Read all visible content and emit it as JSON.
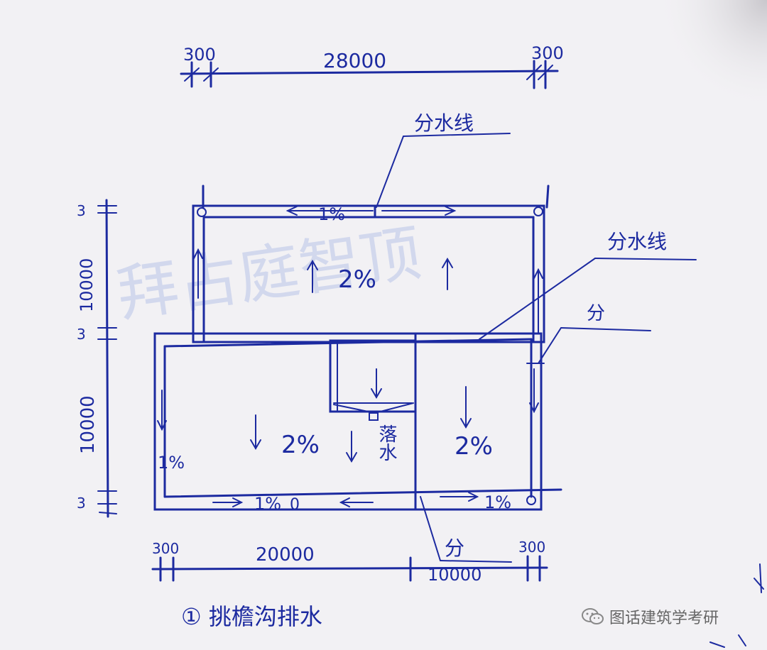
{
  "dims": {
    "top_left": "300",
    "top_mid": "28000",
    "top_right": "300",
    "left_300_top": "3",
    "left_10000_top": "10000",
    "left_300_mid": "3",
    "left_10000_bottom": "10000",
    "left_300_bottom": "3",
    "bottom_left": "300",
    "bottom_mid": "20000",
    "bottom_right_300": "300",
    "bottom_right_10000": "10000"
  },
  "labels": {
    "divide_line_top": "分水线",
    "divide_line_mid": "分水线",
    "fen_right": "分",
    "fen_bottom": "分",
    "slope_top_gutter": "1%",
    "slope_top_roof": "2%",
    "slope_left_gutter": "1%",
    "slope_bottom_left": "2%",
    "slope_bottom_right": "2%",
    "slope_bottom_gutter_left": "1%",
    "slope_bottom_gutter_right": "1%",
    "drop_mark": "0",
    "outlet": "落水",
    "caption": "① 挑檐沟排水"
  },
  "watermark": "拜占庭智顶",
  "footer": {
    "icon": "wechat-icon",
    "text": "图话建筑学考研"
  }
}
